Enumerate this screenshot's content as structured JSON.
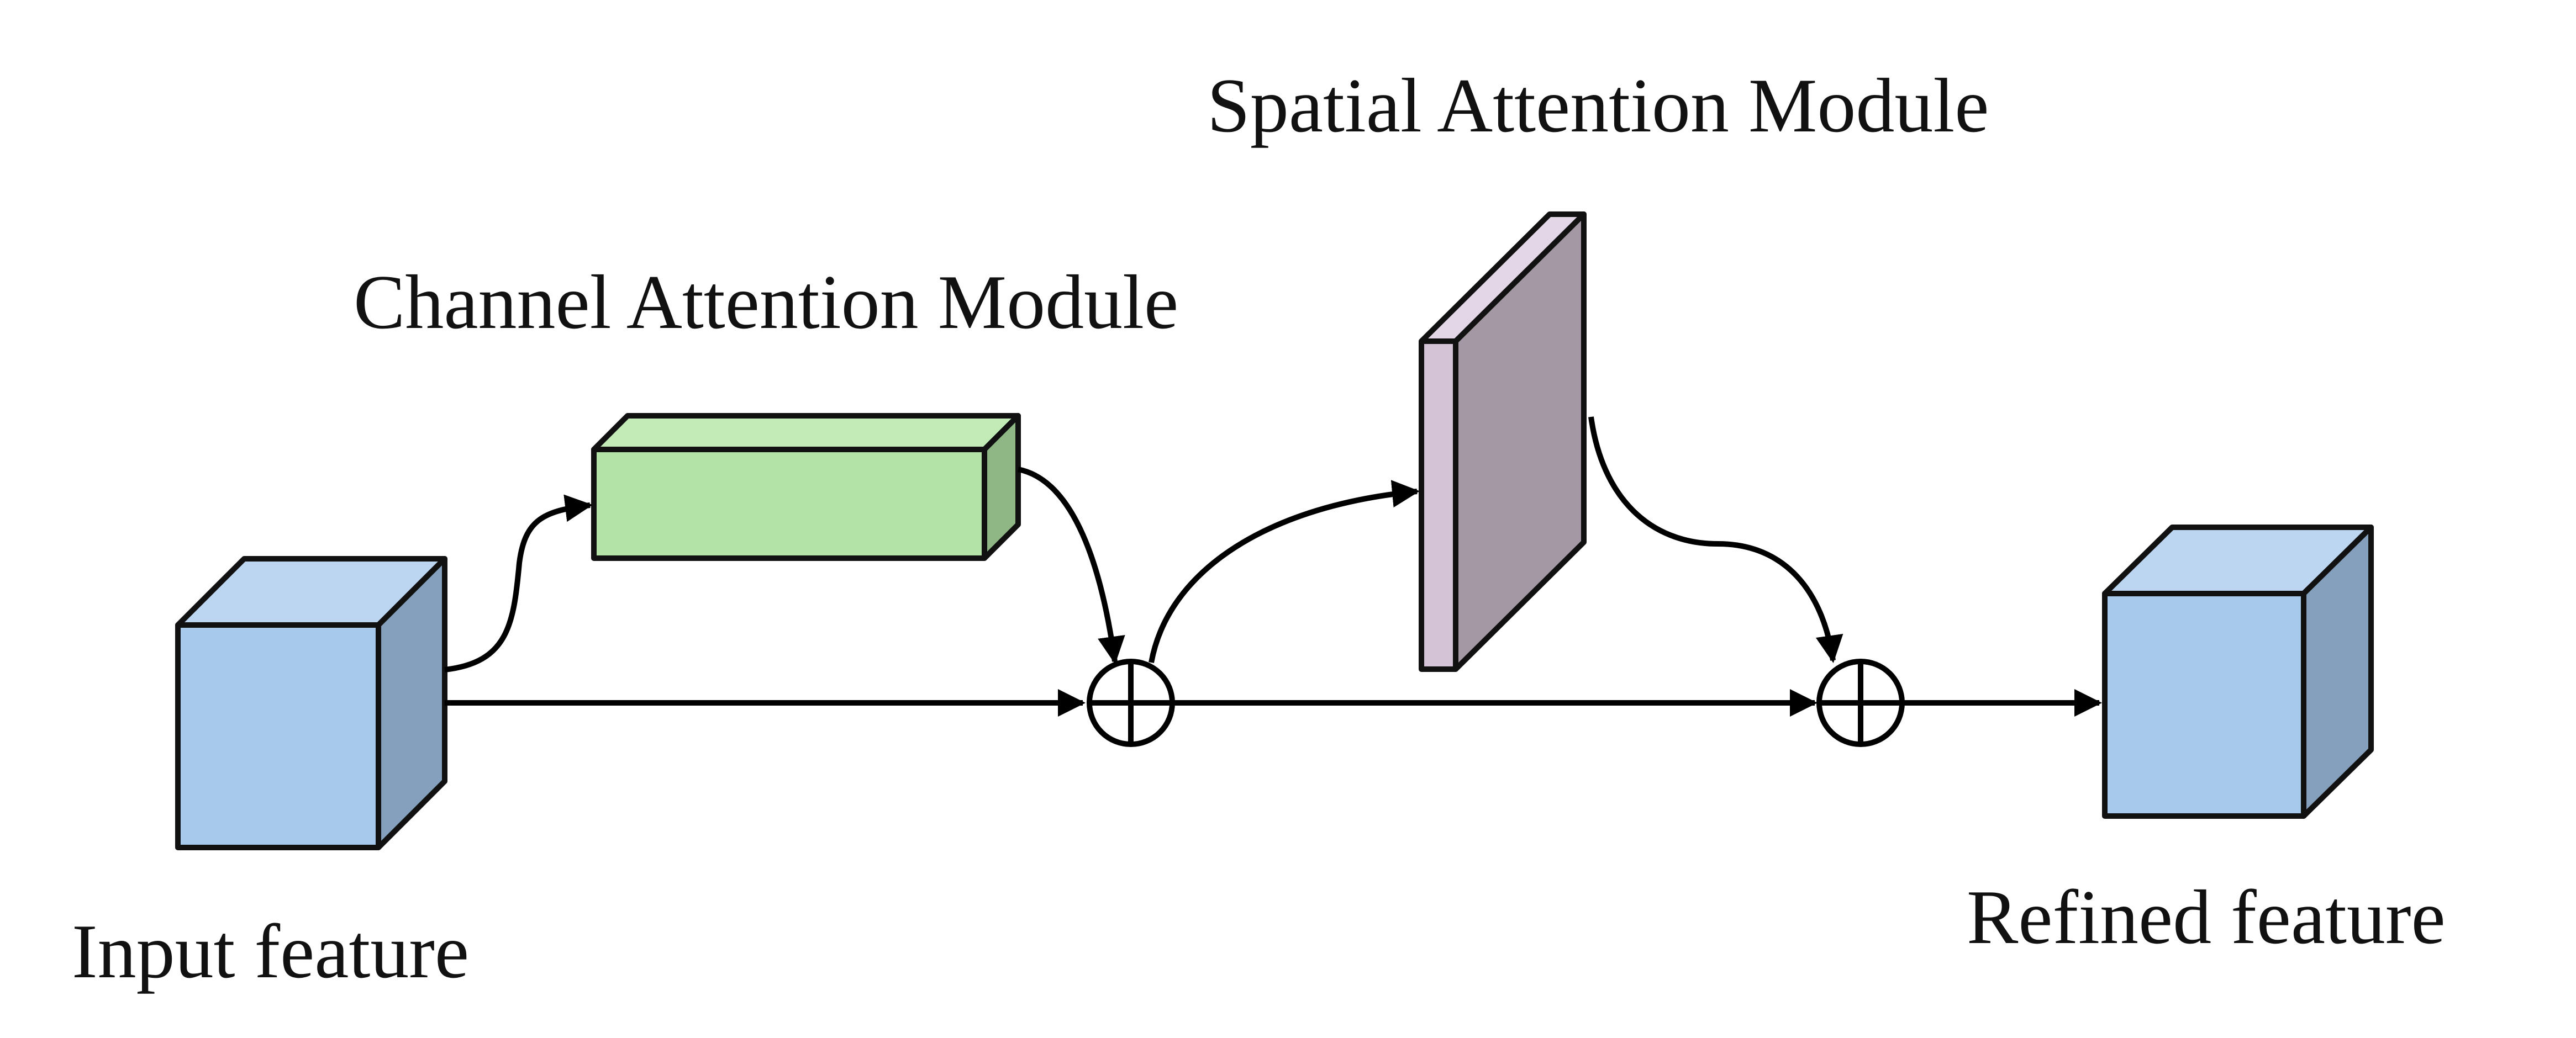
{
  "labels": {
    "input": "Input feature",
    "channel": "Channel Attention Module",
    "spatial": "Spatial Attention Module",
    "refined": "Refined feature"
  },
  "colors": {
    "cube_front": "#a6c9ec",
    "cube_top": "#bcd6f1",
    "cube_side": "#85a0bc",
    "channel_front": "#b3e3a6",
    "channel_top": "#c3ebb7",
    "channel_side": "#8fb785",
    "spatial_front": "#a598a5",
    "spatial_side": "#d4c3d7",
    "stroke": "#111111"
  },
  "operators": [
    "element-wise-sum",
    "element-wise-sum"
  ]
}
